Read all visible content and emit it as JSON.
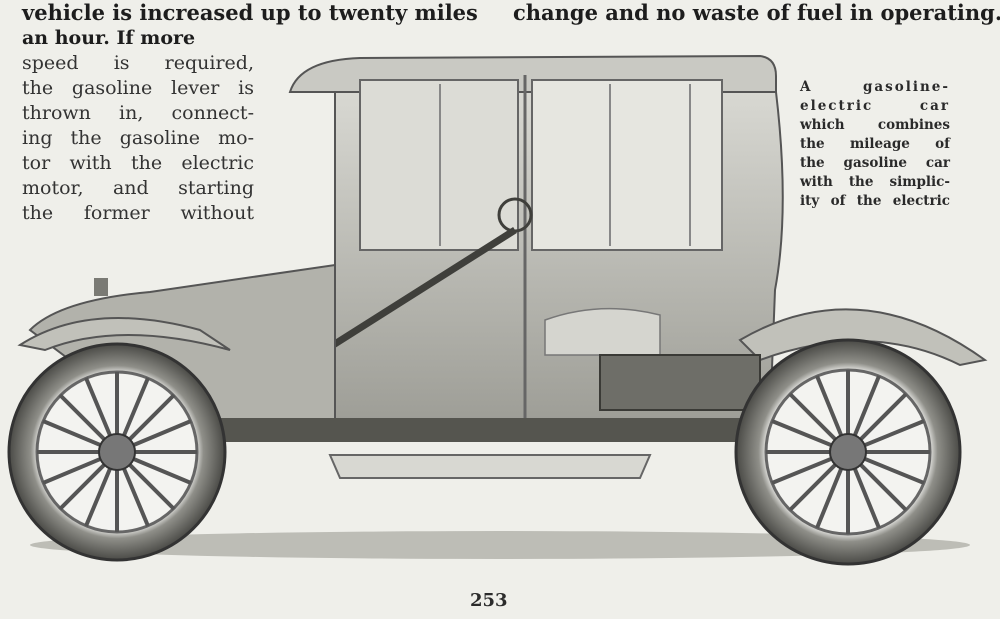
{
  "article": {
    "header_left": "vehicle is increased up to twenty miles",
    "header_right": "change and no waste of fuel in operating.",
    "body_lines": [
      "an hour.  If more",
      "speed is required,",
      "the gasoline lever is",
      "thrown in, connect-",
      "ing the gasoline mo-",
      "tor with the electric",
      "motor, and starting",
      "the former without"
    ]
  },
  "caption": {
    "lines": [
      "A gasoline-",
      "electric car",
      "which combines",
      "the mileage of",
      "the gasoline car",
      "with the simplic-",
      "ity of the electric"
    ]
  },
  "figure": {
    "subject": "gasoline-electric coupe automobile, cutaway illustration",
    "colors": {
      "paper": "#efefea",
      "body": "#b9b9b2",
      "tire": "#3d3d3a",
      "ink": "#2b2b2b"
    }
  },
  "page_number": "253"
}
